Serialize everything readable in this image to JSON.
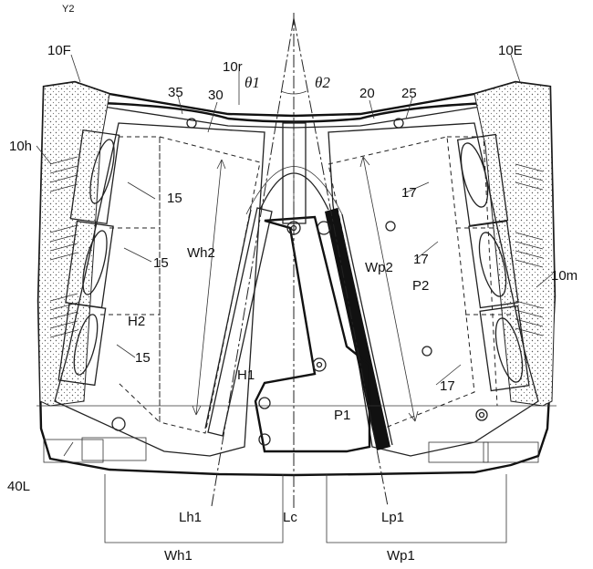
{
  "figure": {
    "labels": {
      "y2": "Y2",
      "f10F": "10F",
      "f10E": "10E",
      "f10r": "10r",
      "f10h": "10h",
      "f10m": "10m",
      "f35": "35",
      "f30": "30",
      "f20": "20",
      "f25": "25",
      "f15a": "15",
      "f15b": "15",
      "f15c": "15",
      "f17a": "17",
      "f17b": "17",
      "f17c": "17",
      "wh2": "Wh2",
      "wp2": "Wp2",
      "h1": "H1",
      "h2": "H2",
      "p1": "P1",
      "p2": "P2",
      "f40L": "40L",
      "lh1": "Lh1",
      "lc": "Lc",
      "lp1": "Lp1",
      "wh1": "Wh1",
      "wp1": "Wp1",
      "theta1": "θ1",
      "theta2": "θ2"
    }
  }
}
